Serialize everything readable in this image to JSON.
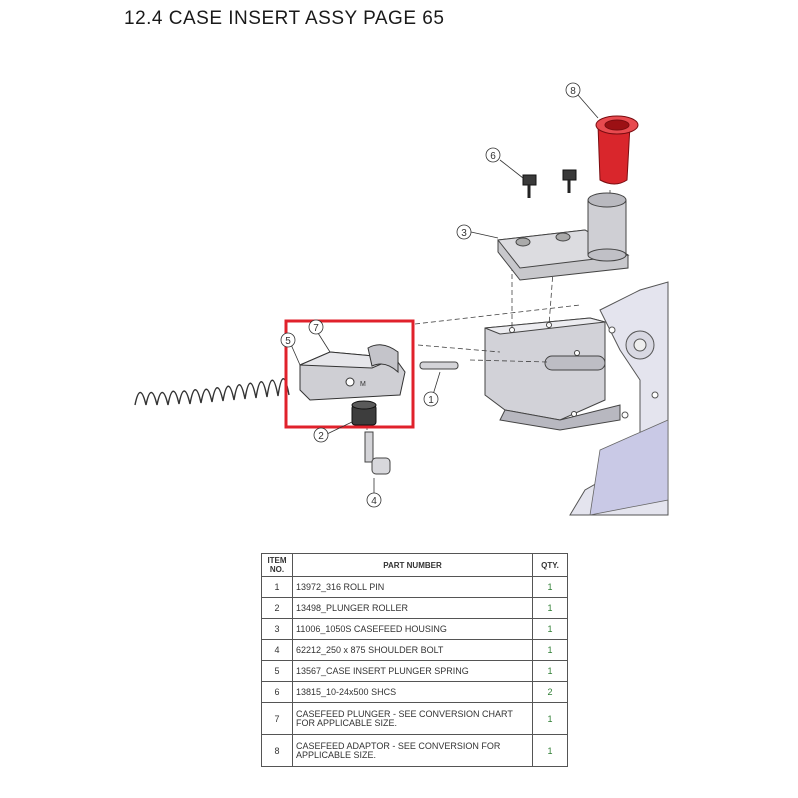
{
  "page": {
    "title": "12.4 CASE INSERT ASSY PAGE 65"
  },
  "colors": {
    "highlight_box": "#e0212b",
    "red_part": "#d9262c",
    "part_grey": "#c9c9c9",
    "background_part": "#dcdce8"
  },
  "callouts": [
    "1",
    "2",
    "3",
    "4",
    "5",
    "6",
    "7",
    "8"
  ],
  "bom": {
    "headers": {
      "item": "ITEM NO.",
      "part": "PART NUMBER",
      "qty": "QTY."
    },
    "rows": [
      {
        "item": "1",
        "part": "13972_316 ROLL PIN",
        "qty": "1"
      },
      {
        "item": "2",
        "part": "13498_PLUNGER ROLLER",
        "qty": "1"
      },
      {
        "item": "3",
        "part": "11006_1050S CASEFEED HOUSING",
        "qty": "1"
      },
      {
        "item": "4",
        "part": "62212_250 x 875 SHOULDER BOLT",
        "qty": "1"
      },
      {
        "item": "5",
        "part": "13567_CASE INSERT PLUNGER SPRING",
        "qty": "1"
      },
      {
        "item": "6",
        "part": "13815_10-24x500 SHCS",
        "qty": "2"
      },
      {
        "item": "7",
        "part": "CASEFEED PLUNGER - SEE CONVERSION CHART FOR APPLICABLE SIZE.",
        "qty": "1"
      },
      {
        "item": "8",
        "part": "CASEFEED ADAPTOR - SEE CONVERSION FOR APPLICABLE SIZE.",
        "qty": "1"
      }
    ]
  }
}
